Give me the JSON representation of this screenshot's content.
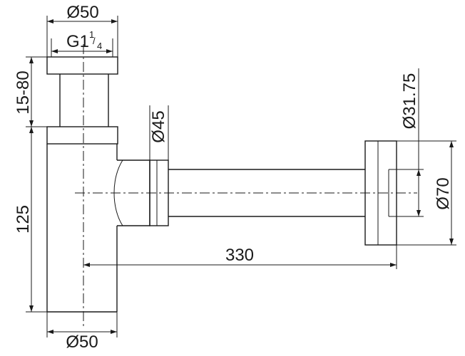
{
  "drawing": {
    "dimensions": {
      "top_diameter": "Ø50",
      "thread_prefix": "G1",
      "thread_num": "1",
      "thread_slash": "/",
      "thread_den": "4",
      "adjust_range": "15-80",
      "inlet_diameter": "Ø45",
      "pipe_diameter": "Ø31.75",
      "body_height": "125",
      "flange_diameter": "Ø70",
      "length": "330",
      "bottom_diameter": "Ø50"
    }
  }
}
